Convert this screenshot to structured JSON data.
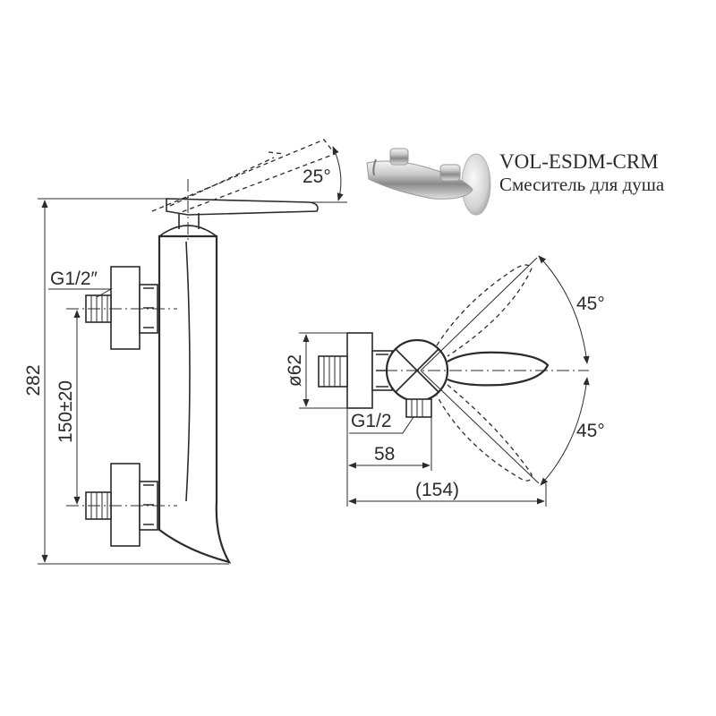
{
  "header": {
    "model": "VOL-ESDM-CRM",
    "description": "Смеситель для душа"
  },
  "dimensions": {
    "lever_angle": "25°",
    "thread_side": "G1/2″",
    "total_height": "282",
    "center_distance": "150±20",
    "diameter": "ø62",
    "thread_outlet": "G1/2",
    "depth_58": "58",
    "depth_154": "(154)",
    "swing_up": "45°",
    "swing_down": "45°"
  },
  "colors": {
    "line": "#2b2b2b",
    "background": "#ffffff"
  }
}
